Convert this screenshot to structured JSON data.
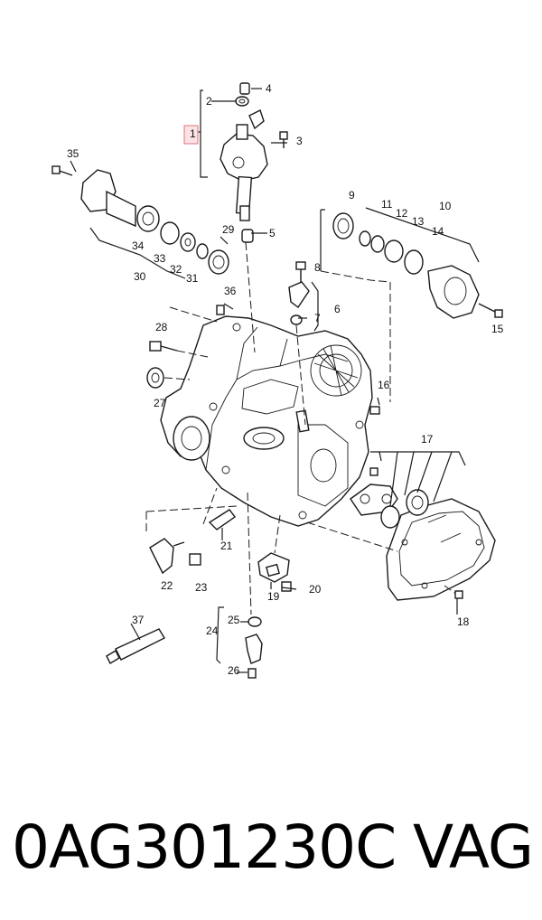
{
  "callouts": [
    {
      "id": "1",
      "label": "1",
      "highlight": true
    },
    {
      "id": "2",
      "label": "2"
    },
    {
      "id": "3",
      "label": "3"
    },
    {
      "id": "4",
      "label": "4"
    },
    {
      "id": "5",
      "label": "5"
    },
    {
      "id": "6",
      "label": "6"
    },
    {
      "id": "7",
      "label": "7"
    },
    {
      "id": "8",
      "label": "8"
    },
    {
      "id": "9",
      "label": "9"
    },
    {
      "id": "10",
      "label": "10"
    },
    {
      "id": "11",
      "label": "11"
    },
    {
      "id": "12",
      "label": "12"
    },
    {
      "id": "13",
      "label": "13"
    },
    {
      "id": "14",
      "label": "14"
    },
    {
      "id": "15",
      "label": "15"
    },
    {
      "id": "16",
      "label": "16"
    },
    {
      "id": "17",
      "label": "17"
    },
    {
      "id": "18",
      "label": "18"
    },
    {
      "id": "19",
      "label": "19"
    },
    {
      "id": "20",
      "label": "20"
    },
    {
      "id": "21",
      "label": "21"
    },
    {
      "id": "22",
      "label": "22"
    },
    {
      "id": "23",
      "label": "23"
    },
    {
      "id": "24",
      "label": "24"
    },
    {
      "id": "25",
      "label": "25"
    },
    {
      "id": "26",
      "label": "26"
    },
    {
      "id": "27",
      "label": "27"
    },
    {
      "id": "28",
      "label": "28"
    },
    {
      "id": "29",
      "label": "29"
    },
    {
      "id": "30",
      "label": "30"
    },
    {
      "id": "31",
      "label": "31"
    },
    {
      "id": "32",
      "label": "32"
    },
    {
      "id": "33",
      "label": "33"
    },
    {
      "id": "34",
      "label": "34"
    },
    {
      "id": "35",
      "label": "35"
    },
    {
      "id": "36",
      "label": "36"
    },
    {
      "id": "37",
      "label": "37"
    }
  ],
  "highlight_color": "#e0707a",
  "caption": {
    "part_number": "0AG301230C",
    "brand": "VAG"
  }
}
